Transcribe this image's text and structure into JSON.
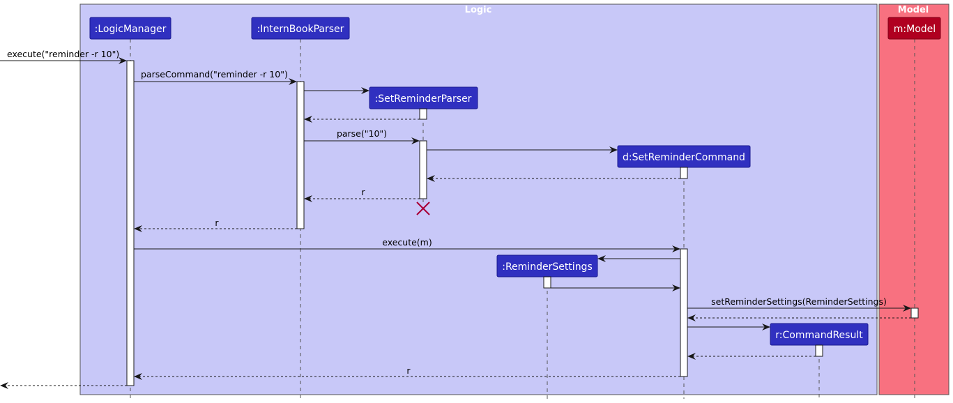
{
  "colors": {
    "logic_bg": "#c8c8f8",
    "model_bg": "#f87180",
    "participant_blue": "#3030c0",
    "participant_red": "#b00020",
    "destroy_mark": "#a80036"
  },
  "groups": [
    {
      "key": "logic",
      "title": "Logic"
    },
    {
      "key": "model",
      "title": "Model"
    }
  ],
  "participants": [
    {
      "key": "lm",
      "label": ":LogicManager"
    },
    {
      "key": "ibp",
      "label": ":InternBookParser"
    },
    {
      "key": "srp",
      "label": ":SetReminderParser"
    },
    {
      "key": "rs",
      "label": ":ReminderSettings"
    },
    {
      "key": "src",
      "label": "d:SetReminderCommand"
    },
    {
      "key": "cr",
      "label": "r:CommandResult"
    },
    {
      "key": "m",
      "label": "m:Model"
    }
  ],
  "messages": [
    {
      "key": "m1",
      "label": "execute(\"reminder -r 10\")"
    },
    {
      "key": "m2",
      "label": "parseCommand(\"reminder -r 10\")"
    },
    {
      "key": "m3",
      "label": ""
    },
    {
      "key": "m4",
      "label": ""
    },
    {
      "key": "m5",
      "label": "parse(\"10\")"
    },
    {
      "key": "m6",
      "label": ""
    },
    {
      "key": "m7",
      "label": ""
    },
    {
      "key": "m8",
      "label": "r"
    },
    {
      "key": "m9",
      "label": "r"
    },
    {
      "key": "m10",
      "label": "execute(m)"
    },
    {
      "key": "m11",
      "label": ""
    },
    {
      "key": "m12",
      "label": ""
    },
    {
      "key": "m13",
      "label": "setReminderSettings(ReminderSettings)"
    },
    {
      "key": "m14",
      "label": ""
    },
    {
      "key": "m15",
      "label": ""
    },
    {
      "key": "m16",
      "label": ""
    },
    {
      "key": "m17",
      "label": "r"
    },
    {
      "key": "m18",
      "label": ""
    }
  ]
}
